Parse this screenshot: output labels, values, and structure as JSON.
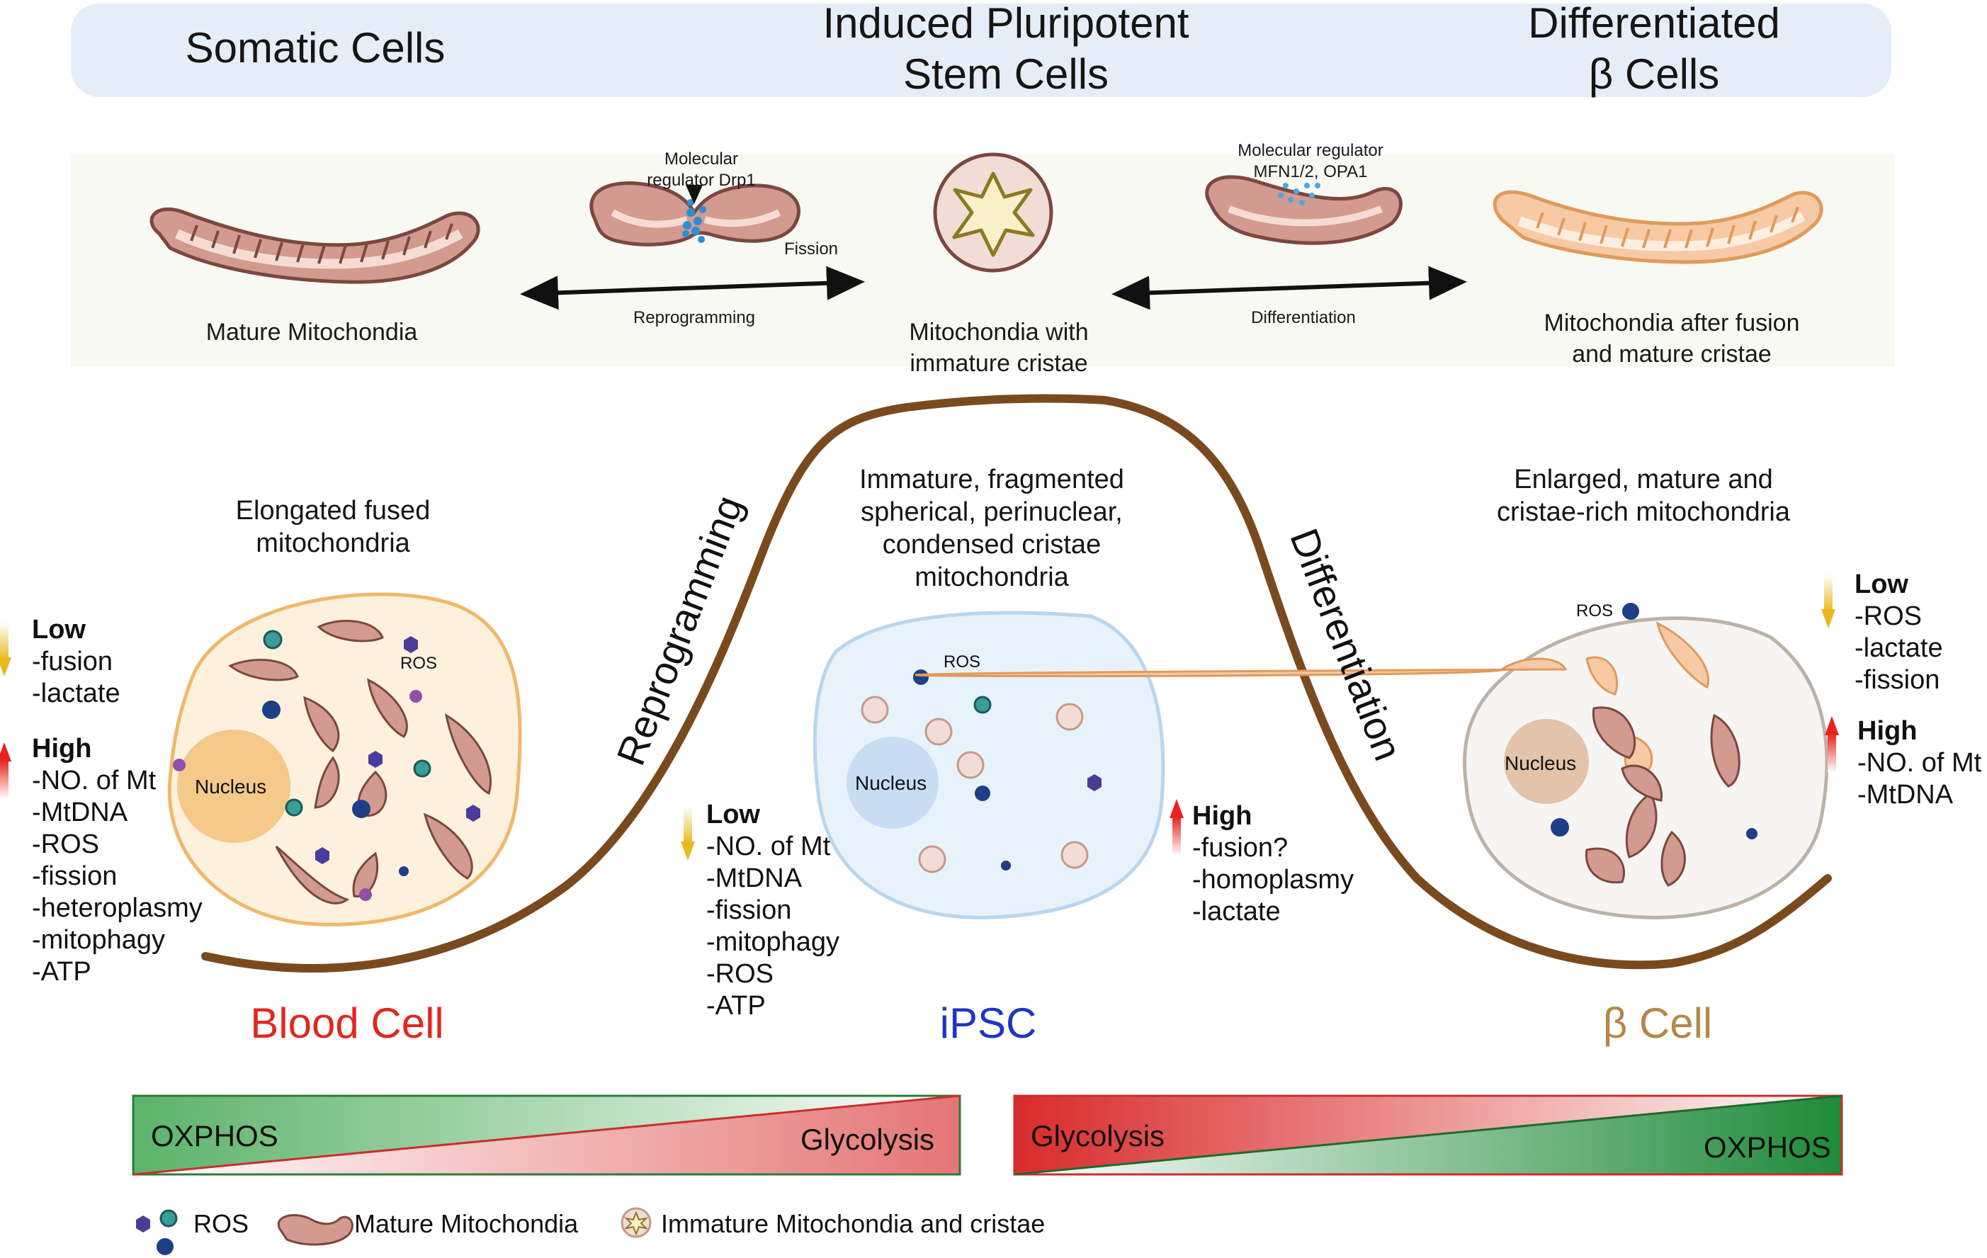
{
  "header": {
    "somatic": "Somatic Cells",
    "ipsc_line1": "Induced Pluripotent",
    "ipsc_line2": "Stem Cells",
    "diff_line1": "Differentiated",
    "diff_line2": "β Cells"
  },
  "top_panel": {
    "drp1_label_line1": "Molecular",
    "drp1_label_line2": "regulator Drp1",
    "fission_label": "Fission",
    "reprogramming_arrow": "Reprogramming",
    "mfn_label_line1": "Molecular regulator",
    "mfn_label_line2": "MFN1/2, OPA1",
    "differentiation_arrow": "Differentiation",
    "mature_caption": "Mature Mitochondia",
    "immature_caption_line1": "Mitochondia with",
    "immature_caption_line2": "immature cristae",
    "fusion_caption_line1": "Mitochondia after fusion",
    "fusion_caption_line2": "and mature cristae"
  },
  "curve_labels": {
    "reprogramming": "Reprogramming",
    "differentiation": "Differentiation"
  },
  "descriptions": {
    "blood_line1": "Elongated fused",
    "blood_line2": "mitochondria",
    "ipsc_line1": "Immature, fragmented",
    "ipsc_line2": "spherical, perinuclear,",
    "ipsc_line3": "condensed cristae",
    "ipsc_line4": "mitochondria",
    "beta_line1": "Enlarged, mature and",
    "beta_line2": "cristae-rich  mitochondria"
  },
  "cells": {
    "nucleus_label": "Nucleus",
    "ros_label": "ROS",
    "blood_name": "Blood Cell",
    "ipsc_name": "iPSC",
    "beta_name": "β Cell"
  },
  "lists": {
    "blood_low": {
      "title": "Low",
      "items": [
        "-fusion",
        "-lactate"
      ]
    },
    "blood_high": {
      "title": "High",
      "items": [
        "-NO. of Mt",
        "-MtDNA",
        "-ROS",
        "-fission",
        "-heteroplasmy",
        "-mitophagy",
        "-ATP"
      ]
    },
    "ipsc_low": {
      "title": "Low",
      "items": [
        "-NO. of Mt",
        "-MtDNA",
        "-fission",
        "-mitophagy",
        "-ROS",
        "-ATP"
      ]
    },
    "ipsc_high": {
      "title": "High",
      "items": [
        "-fusion?",
        "-homoplasmy",
        "-lactate"
      ]
    },
    "beta_low": {
      "title": "Low",
      "items": [
        "-ROS",
        "-lactate",
        "-fission"
      ]
    },
    "beta_high": {
      "title": "High",
      "items": [
        "-NO. of Mt",
        "-MtDNA"
      ]
    }
  },
  "metabolism": {
    "left_top": "OXPHOS",
    "left_bottom": "Glycolysis",
    "right_top": "Glycolysis",
    "right_bottom": "OXPHOS"
  },
  "legend": {
    "ros": "ROS",
    "mature": "Mature Mitochondia",
    "immature": "Immature Mitochondia and cristae"
  },
  "colors": {
    "blood_name": "#e0281f",
    "ipsc_name": "#1e35c8",
    "beta_name": "#b5874a",
    "curve": "#7a4a1f",
    "header_bg": "#e5eef8",
    "low_arrow": "#e8b81c",
    "high_arrow": "#e8231d"
  }
}
